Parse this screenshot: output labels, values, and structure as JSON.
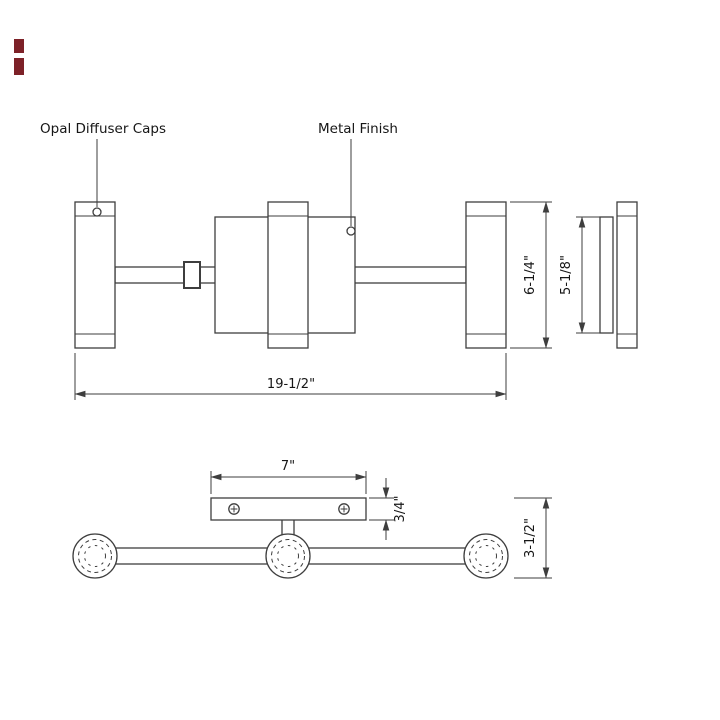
{
  "drawing": {
    "callouts": {
      "opal_diffuser_caps": "Opal Diffuser Caps",
      "metal_finish": "Metal Finish"
    },
    "dimensions": {
      "fixture_height": "6-1/4\"",
      "side_backplate_height": "5-1/8\"",
      "fixture_width": "19-1/2\"",
      "plan_backplate_width": "7\"",
      "plan_backplate_depth": "3/4\"",
      "overall_depth": "3-1/2\""
    },
    "colors": {
      "line": "#3e3e3e",
      "text": "#161616",
      "background": "#ffffff",
      "corner_mark": "#7d2128"
    }
  }
}
